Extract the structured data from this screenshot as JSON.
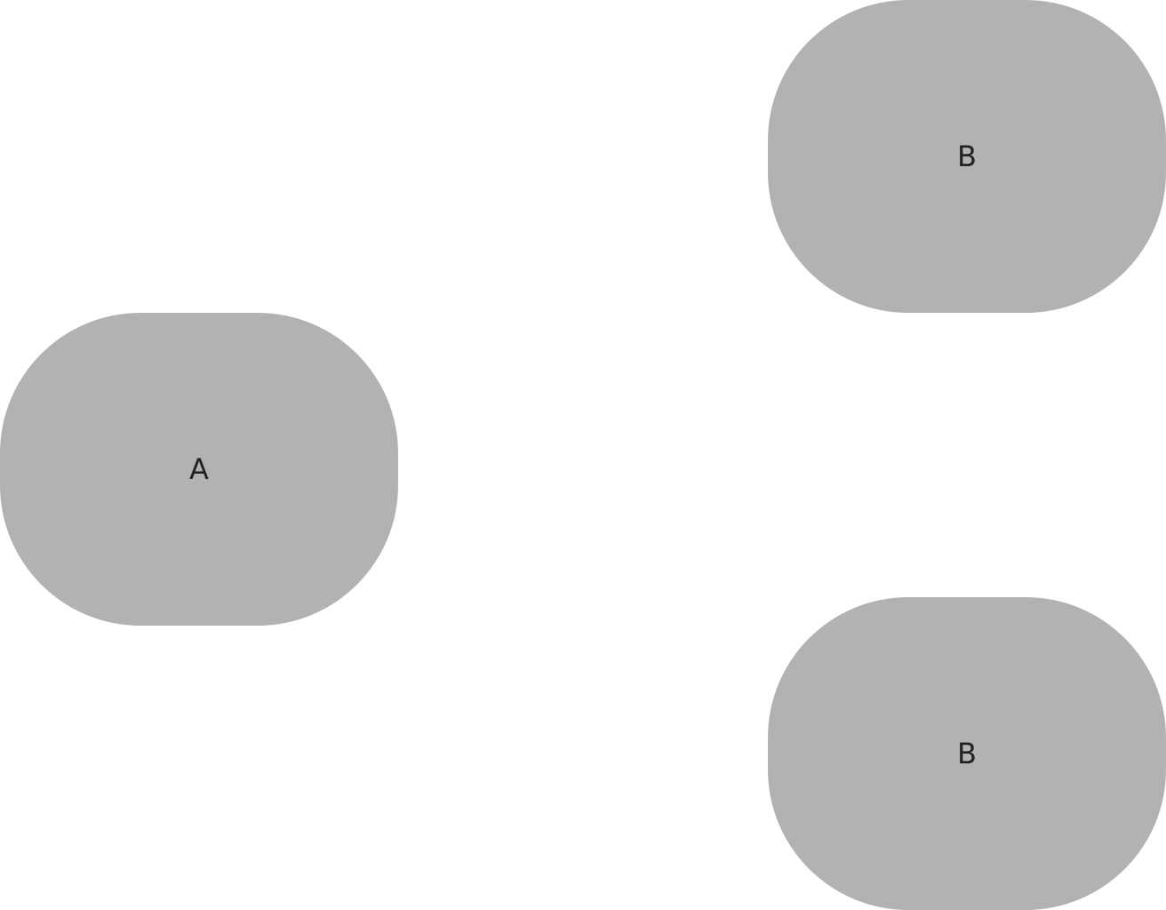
{
  "diagram": {
    "nodes": [
      {
        "id": "a",
        "label": "A"
      },
      {
        "id": "b1",
        "label": "B"
      },
      {
        "id": "b2",
        "label": "B"
      }
    ],
    "colors": {
      "node_fill": "#b2b2b2",
      "label_text": "#222222",
      "background": "#ffffff"
    }
  }
}
